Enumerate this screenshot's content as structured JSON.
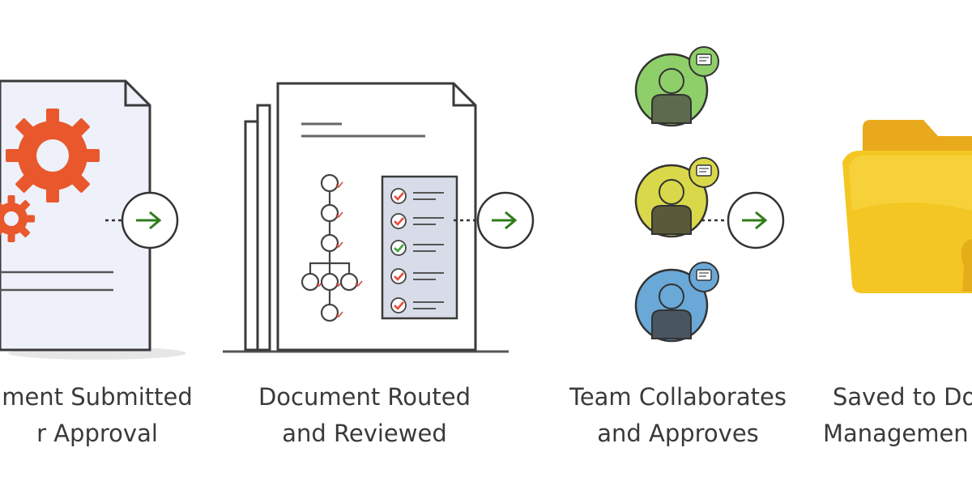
{
  "colors": {
    "gear": "#e8582c",
    "check_red": "#e74c3c",
    "check_green": "#3aa53a",
    "arrow": "#2f7d1a",
    "avatar_green": "#8fcf6a",
    "avatar_yellow": "#d9d84a",
    "avatar_blue": "#6aa8d8",
    "folder": "#f3c21f"
  },
  "steps": [
    {
      "line1": "ment Submitted",
      "line2": "r Approval",
      "icon": "gear-document-icon"
    },
    {
      "line1": "Document Routed",
      "line2": "and Reviewed",
      "icon": "workflow-document-icon"
    },
    {
      "line1": "Team Collaborates",
      "line2": "and Approves",
      "icon": "team-avatars-icon"
    },
    {
      "line1": "Saved to Do",
      "line2": "Managemen",
      "icon": "folder-icon"
    }
  ]
}
